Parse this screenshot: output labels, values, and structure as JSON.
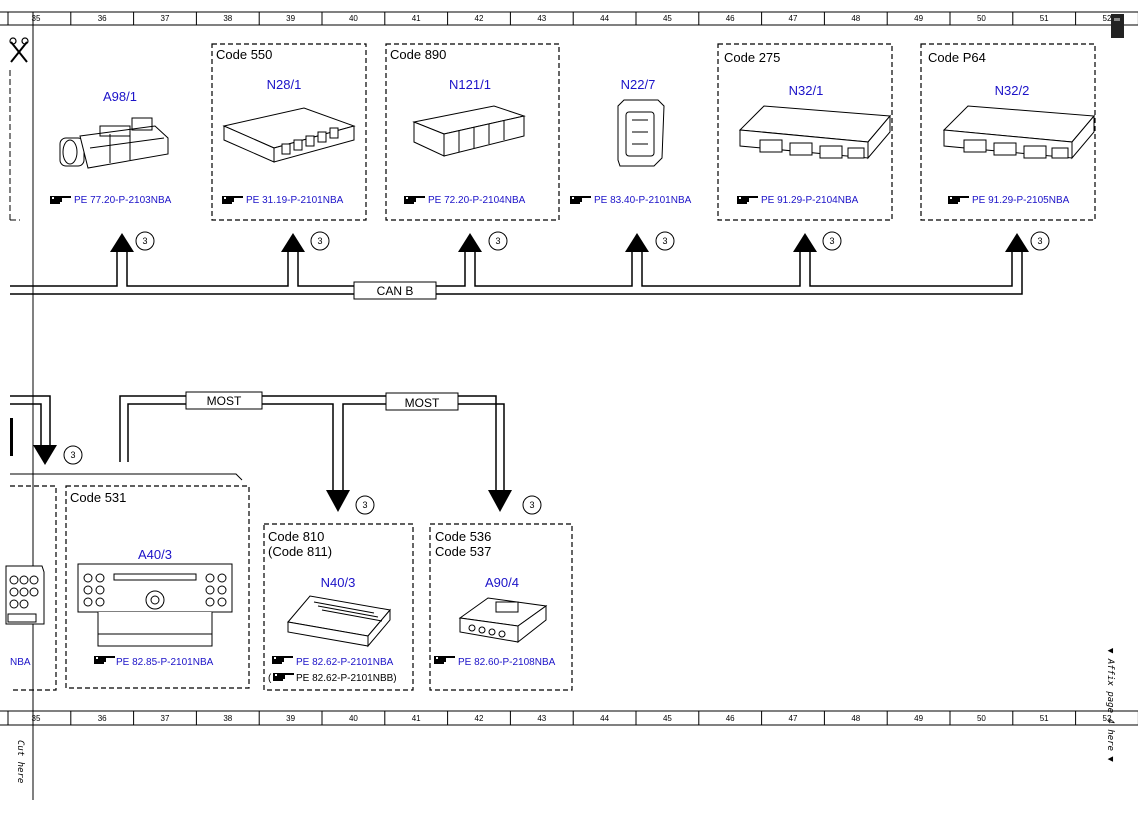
{
  "ruler": {
    "columns": [
      "35",
      "36",
      "37",
      "38",
      "39",
      "40",
      "41",
      "42",
      "43",
      "44",
      "45",
      "46",
      "47",
      "48",
      "49",
      "50",
      "51",
      "52"
    ]
  },
  "bus_labels": {
    "can_b": "CAN B",
    "most_1": "MOST",
    "most_2": "MOST"
  },
  "connector_number": "3",
  "side_texts": {
    "affix": "▼ Affix page 4 here ▼",
    "cut": "Cut here"
  },
  "top_components": [
    {
      "code": "",
      "id": "A98/1",
      "ref": "PE 77.20-P-2103NBA"
    },
    {
      "code": "Code 550",
      "id": "N28/1",
      "ref": "PE 31.19-P-2101NBA"
    },
    {
      "code": "Code 890",
      "id": "N121/1",
      "ref": "PE 72.20-P-2104NBA"
    },
    {
      "code": "",
      "id": "N22/7",
      "ref": "PE 83.40-P-2101NBA"
    },
    {
      "code": "Code 275",
      "id": "N32/1",
      "ref": "PE 91.29-P-2104NBA"
    },
    {
      "code": "Code P64",
      "id": "N32/2",
      "ref": "PE 91.29-P-2105NBA"
    }
  ],
  "bottom_components": [
    {
      "code": "",
      "id": "",
      "ref": "NBA"
    },
    {
      "code": "Code 531",
      "id": "A40/3",
      "ref": "PE 82.85-P-2101NBA"
    },
    {
      "code": "Code 810",
      "code2": "(Code 811)",
      "id": "N40/3",
      "ref": "PE 82.62-P-2101NBA",
      "ref2": "PE 82.62-P-2101NBB)",
      "ref2_prefix": "("
    },
    {
      "code": "Code 536",
      "code2": "Code 537",
      "id": "A90/4",
      "ref": "PE 82.60-P-2108NBA"
    }
  ]
}
